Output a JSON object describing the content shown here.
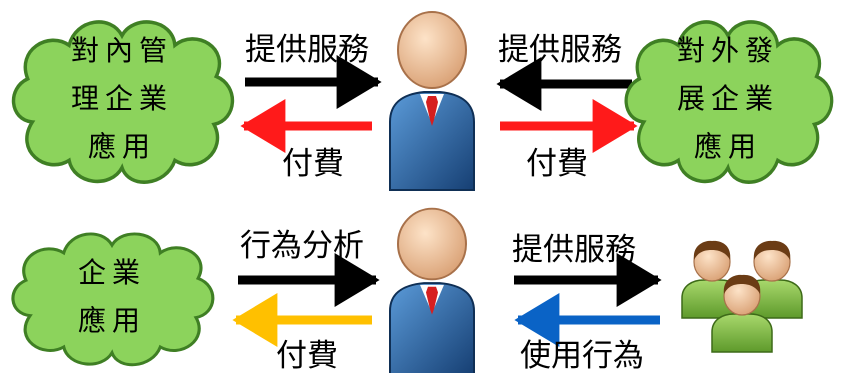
{
  "colors": {
    "cloud_fill": "#8cd35c",
    "cloud_stroke": "#3f7f24",
    "arrow_black": "#000000",
    "arrow_red": "#ff1a1a",
    "arrow_orange": "#ffc000",
    "arrow_blue": "#0a63c6",
    "suit": "#1f5fa6",
    "skin": "#f2c39a",
    "tie": "#d61f1f",
    "crowd_shirt": "#7cbb3e",
    "crowd_hair": "#6b3c15"
  },
  "top_row": {
    "left_cloud": {
      "lines": [
        "對內管",
        "理企業",
        "應用"
      ]
    },
    "right_cloud": {
      "lines": [
        "對外發",
        "展企業",
        "應用"
      ]
    },
    "left_top_label": "提供服務",
    "left_bottom_label": "付費",
    "right_top_label": "提供服務",
    "right_bottom_label": "付費",
    "person_icon": "businessman-icon"
  },
  "bottom_row": {
    "left_cloud": {
      "lines": [
        "企業",
        "應用"
      ]
    },
    "left_top_label": "行為分析",
    "left_bottom_label": "付費",
    "right_top_label": "提供服務",
    "right_bottom_label": "使用行為",
    "person_icon": "businessman-icon",
    "group_icon": "user-group-icon"
  }
}
